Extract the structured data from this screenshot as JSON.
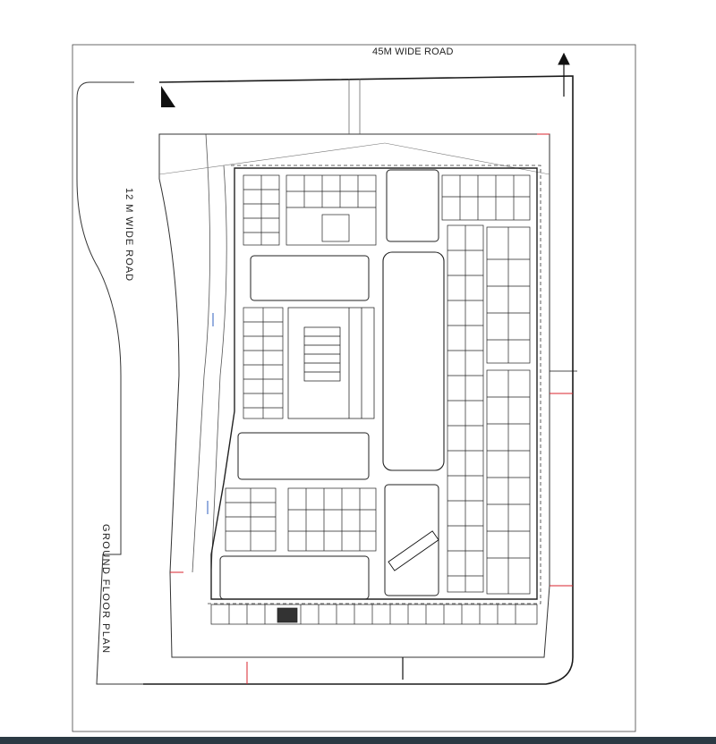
{
  "drawing": {
    "road_top": "45M WIDE ROAD",
    "road_left": "12 M WIDE ROAD",
    "title": "GROUND FLOOR PLAN"
  },
  "colors": {
    "line": "#1a1a1a",
    "accent": "#d9232e",
    "blue_mark": "#2f5fbf",
    "background": "#ffffff",
    "strip": "#2b3a44"
  }
}
